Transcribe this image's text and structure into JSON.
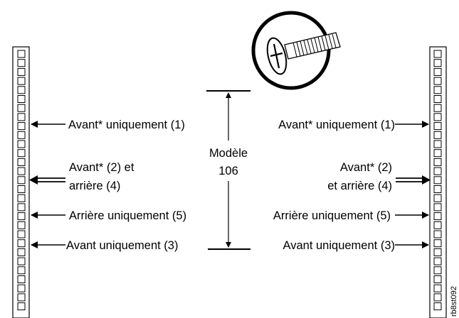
{
  "labels": {
    "left_front_only_1": "Avant* uniquement (1)",
    "right_front_only_1": "Avant* uniquement (1)",
    "left_front2_line1": "Avant* (2) et",
    "left_front2_line2": "arrière (4)",
    "right_front2_line1": "Avant* (2)",
    "right_front2_line2": "et arrière (4)",
    "left_rear_only_5": "Arrière uniquement (5)",
    "right_rear_only_5": "Arrière uniquement (5)",
    "left_front_only_3": "Avant uniquement (3)",
    "right_front_only_3": "Avant uniquement (3)",
    "model_line1": "Modèle",
    "model_line2": "106",
    "figure_id": "rb8st092"
  },
  "icons": {
    "screw": "screw-icon",
    "rail": "rack-rail"
  }
}
